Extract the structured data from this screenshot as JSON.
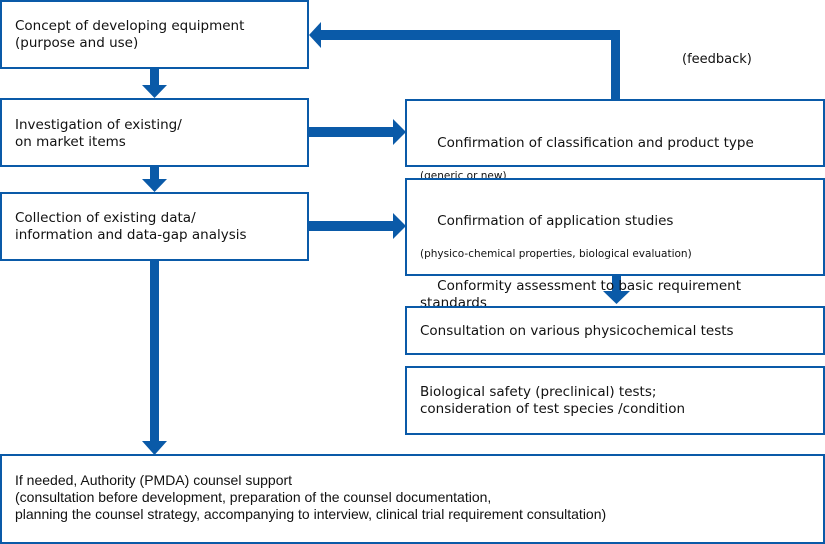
{
  "colors": {
    "accent": "#0a5aa8",
    "text": "#111111",
    "background": "#ffffff"
  },
  "feedback_label": "(feedback)",
  "boxes": {
    "concept": {
      "lines": "Concept of developing equipment\n(purpose and use)"
    },
    "investigation": {
      "lines": "Investigation of existing/\non market items"
    },
    "collection": {
      "lines": "Collection of existing data/\ninformation and data-gap analysis"
    },
    "classification": {
      "title": "Confirmation of classification and product type",
      "sub": "(generic or new)"
    },
    "application": {
      "title": "Confirmation of application studies",
      "sub": "(physico-chemical properties, biological evaluation)",
      "extra": "Conformity assessment to basic requirement\nstandards"
    },
    "physicochemical": {
      "lines": "Consultation on various physicochemical tests"
    },
    "biological": {
      "lines": "Biological safety (preclinical) tests;\nconsideration of test species /condition"
    },
    "authority": {
      "lines": "If needed, Authority (PMDA) counsel support\n(consultation before development, preparation of the counsel documentation,\nplanning the counsel strategy, accompanying to interview, clinical trial requirement consultation)"
    }
  }
}
